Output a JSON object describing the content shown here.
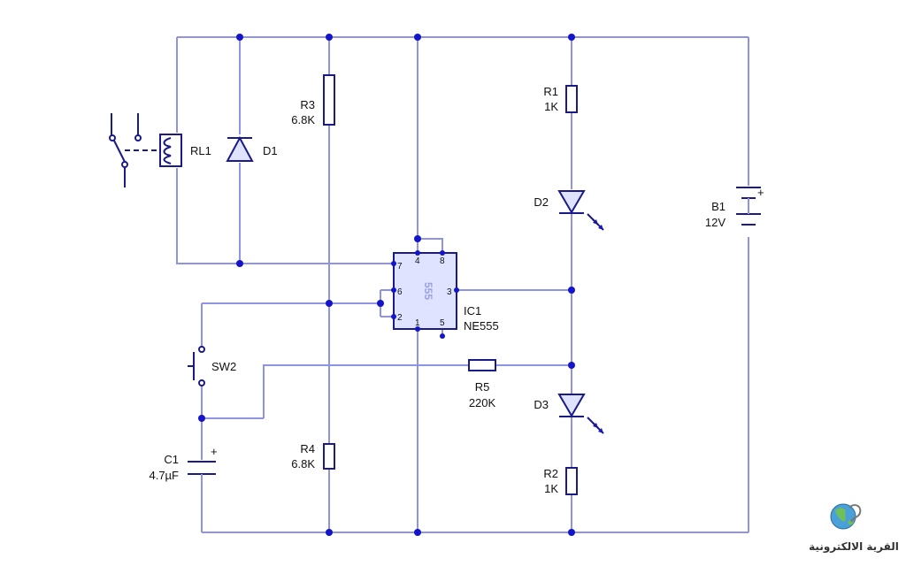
{
  "schematic": {
    "components": {
      "rl1": {
        "ref": "RL1"
      },
      "d1": {
        "ref": "D1"
      },
      "r3": {
        "ref": "R3",
        "value": "6.8K"
      },
      "r1": {
        "ref": "R1",
        "value": "1K"
      },
      "d2": {
        "ref": "D2"
      },
      "b1": {
        "ref": "B1",
        "value": "12V"
      },
      "ic1": {
        "ref": "IC1",
        "value": "NE555",
        "chip_text": "555",
        "pins": {
          "p1": "1",
          "p2": "2",
          "p3": "3",
          "p4": "4",
          "p5": "5",
          "p6": "6",
          "p7": "7",
          "p8": "8"
        }
      },
      "sw2": {
        "ref": "SW2"
      },
      "r5": {
        "ref": "R5",
        "value": "220K"
      },
      "d3": {
        "ref": "D3"
      },
      "c1": {
        "ref": "C1",
        "value": "4.7µF"
      },
      "r4": {
        "ref": "R4",
        "value": "6.8K"
      },
      "r2": {
        "ref": "R2",
        "value": "1K"
      }
    },
    "polarity": "+",
    "colors": {
      "wire": "#8f93e8",
      "component": "#1a1a8a",
      "node": "#1414c8"
    }
  },
  "watermark": {
    "text": "القرية الالكترونية",
    "icon": "globe-logo-icon"
  }
}
